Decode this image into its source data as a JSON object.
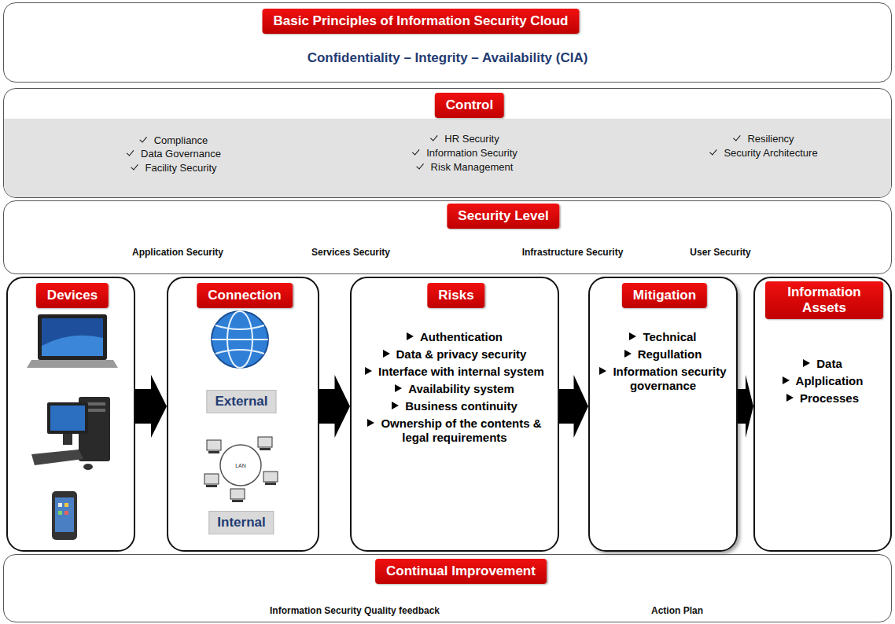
{
  "diagram": {
    "nodes": [
      {
        "text": [
          "Basic Principles of Information Security Cloud",
          "Confidentiality – Integrity – Availability (CIA)"
        ]
      },
      {
        "text": [
          "Control",
          "Compliance",
          "Data Governance",
          "Facility Security",
          "HR Security",
          "Information Security",
          "Risk Management",
          "Resiliency",
          "Security Architecture"
        ]
      },
      {
        "text": [
          "Security Level",
          "Application Security",
          "Services Security",
          "Infrastructure Security",
          "User Security"
        ]
      },
      {
        "text": [
          "Devices"
        ]
      },
      {
        "text": [
          "Connection",
          "External",
          "Internal"
        ]
      },
      {
        "text": [
          "Risks",
          "Authentication",
          "Data & privacy security",
          "Interface with internal system",
          "Availability system",
          "Business continuity",
          "Ownership of the contents & legal requirements"
        ]
      },
      {
        "text": [
          "Mitigation",
          "Technical",
          "Regullation",
          "Information security governance"
        ]
      },
      {
        "text": [
          "Information Assets",
          "Data",
          "Aplplication",
          "Processes"
        ]
      },
      {
        "text": [
          "Continual Improvement",
          "Information Security Quality feedback",
          "Action Plan"
        ]
      }
    ],
    "edges": [
      {
        "from": 3,
        "to": 4,
        "arrow": "to"
      },
      {
        "from": 4,
        "to": 5,
        "arrow": "to"
      },
      {
        "from": 5,
        "to": 6,
        "arrow": "to"
      },
      {
        "from": 6,
        "to": 7,
        "arrow": "to"
      }
    ],
    "labels": [
      "LAN"
    ]
  }
}
